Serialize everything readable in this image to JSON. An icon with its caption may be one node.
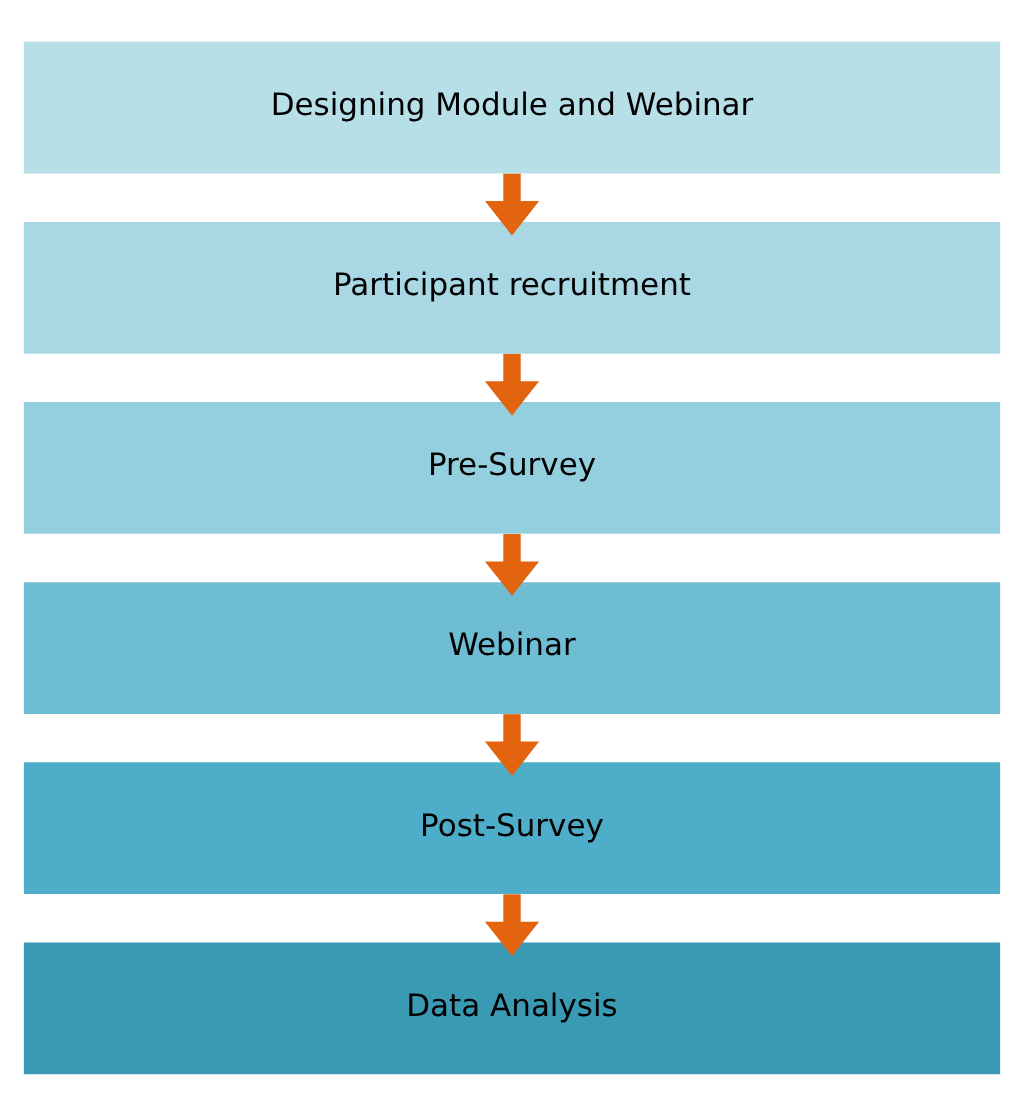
{
  "diagram": {
    "nodes": [
      {
        "text": [
          "Designing Module and Webinar"
        ]
      },
      {
        "text": [
          "Participant recruitment"
        ]
      },
      {
        "text": [
          "Pre-Survey"
        ]
      },
      {
        "text": [
          "Webinar"
        ]
      },
      {
        "text": [
          "Post-Survey"
        ]
      },
      {
        "text": [
          "Data Analysis"
        ]
      }
    ],
    "edges": [
      {
        "from": 0,
        "to": 1,
        "arrow": "to"
      },
      {
        "from": 1,
        "to": 2,
        "arrow": "to"
      },
      {
        "from": 2,
        "to": 3,
        "arrow": "to"
      },
      {
        "from": 3,
        "to": 4,
        "arrow": "to"
      },
      {
        "from": 4,
        "to": 5,
        "arrow": "to"
      }
    ]
  }
}
